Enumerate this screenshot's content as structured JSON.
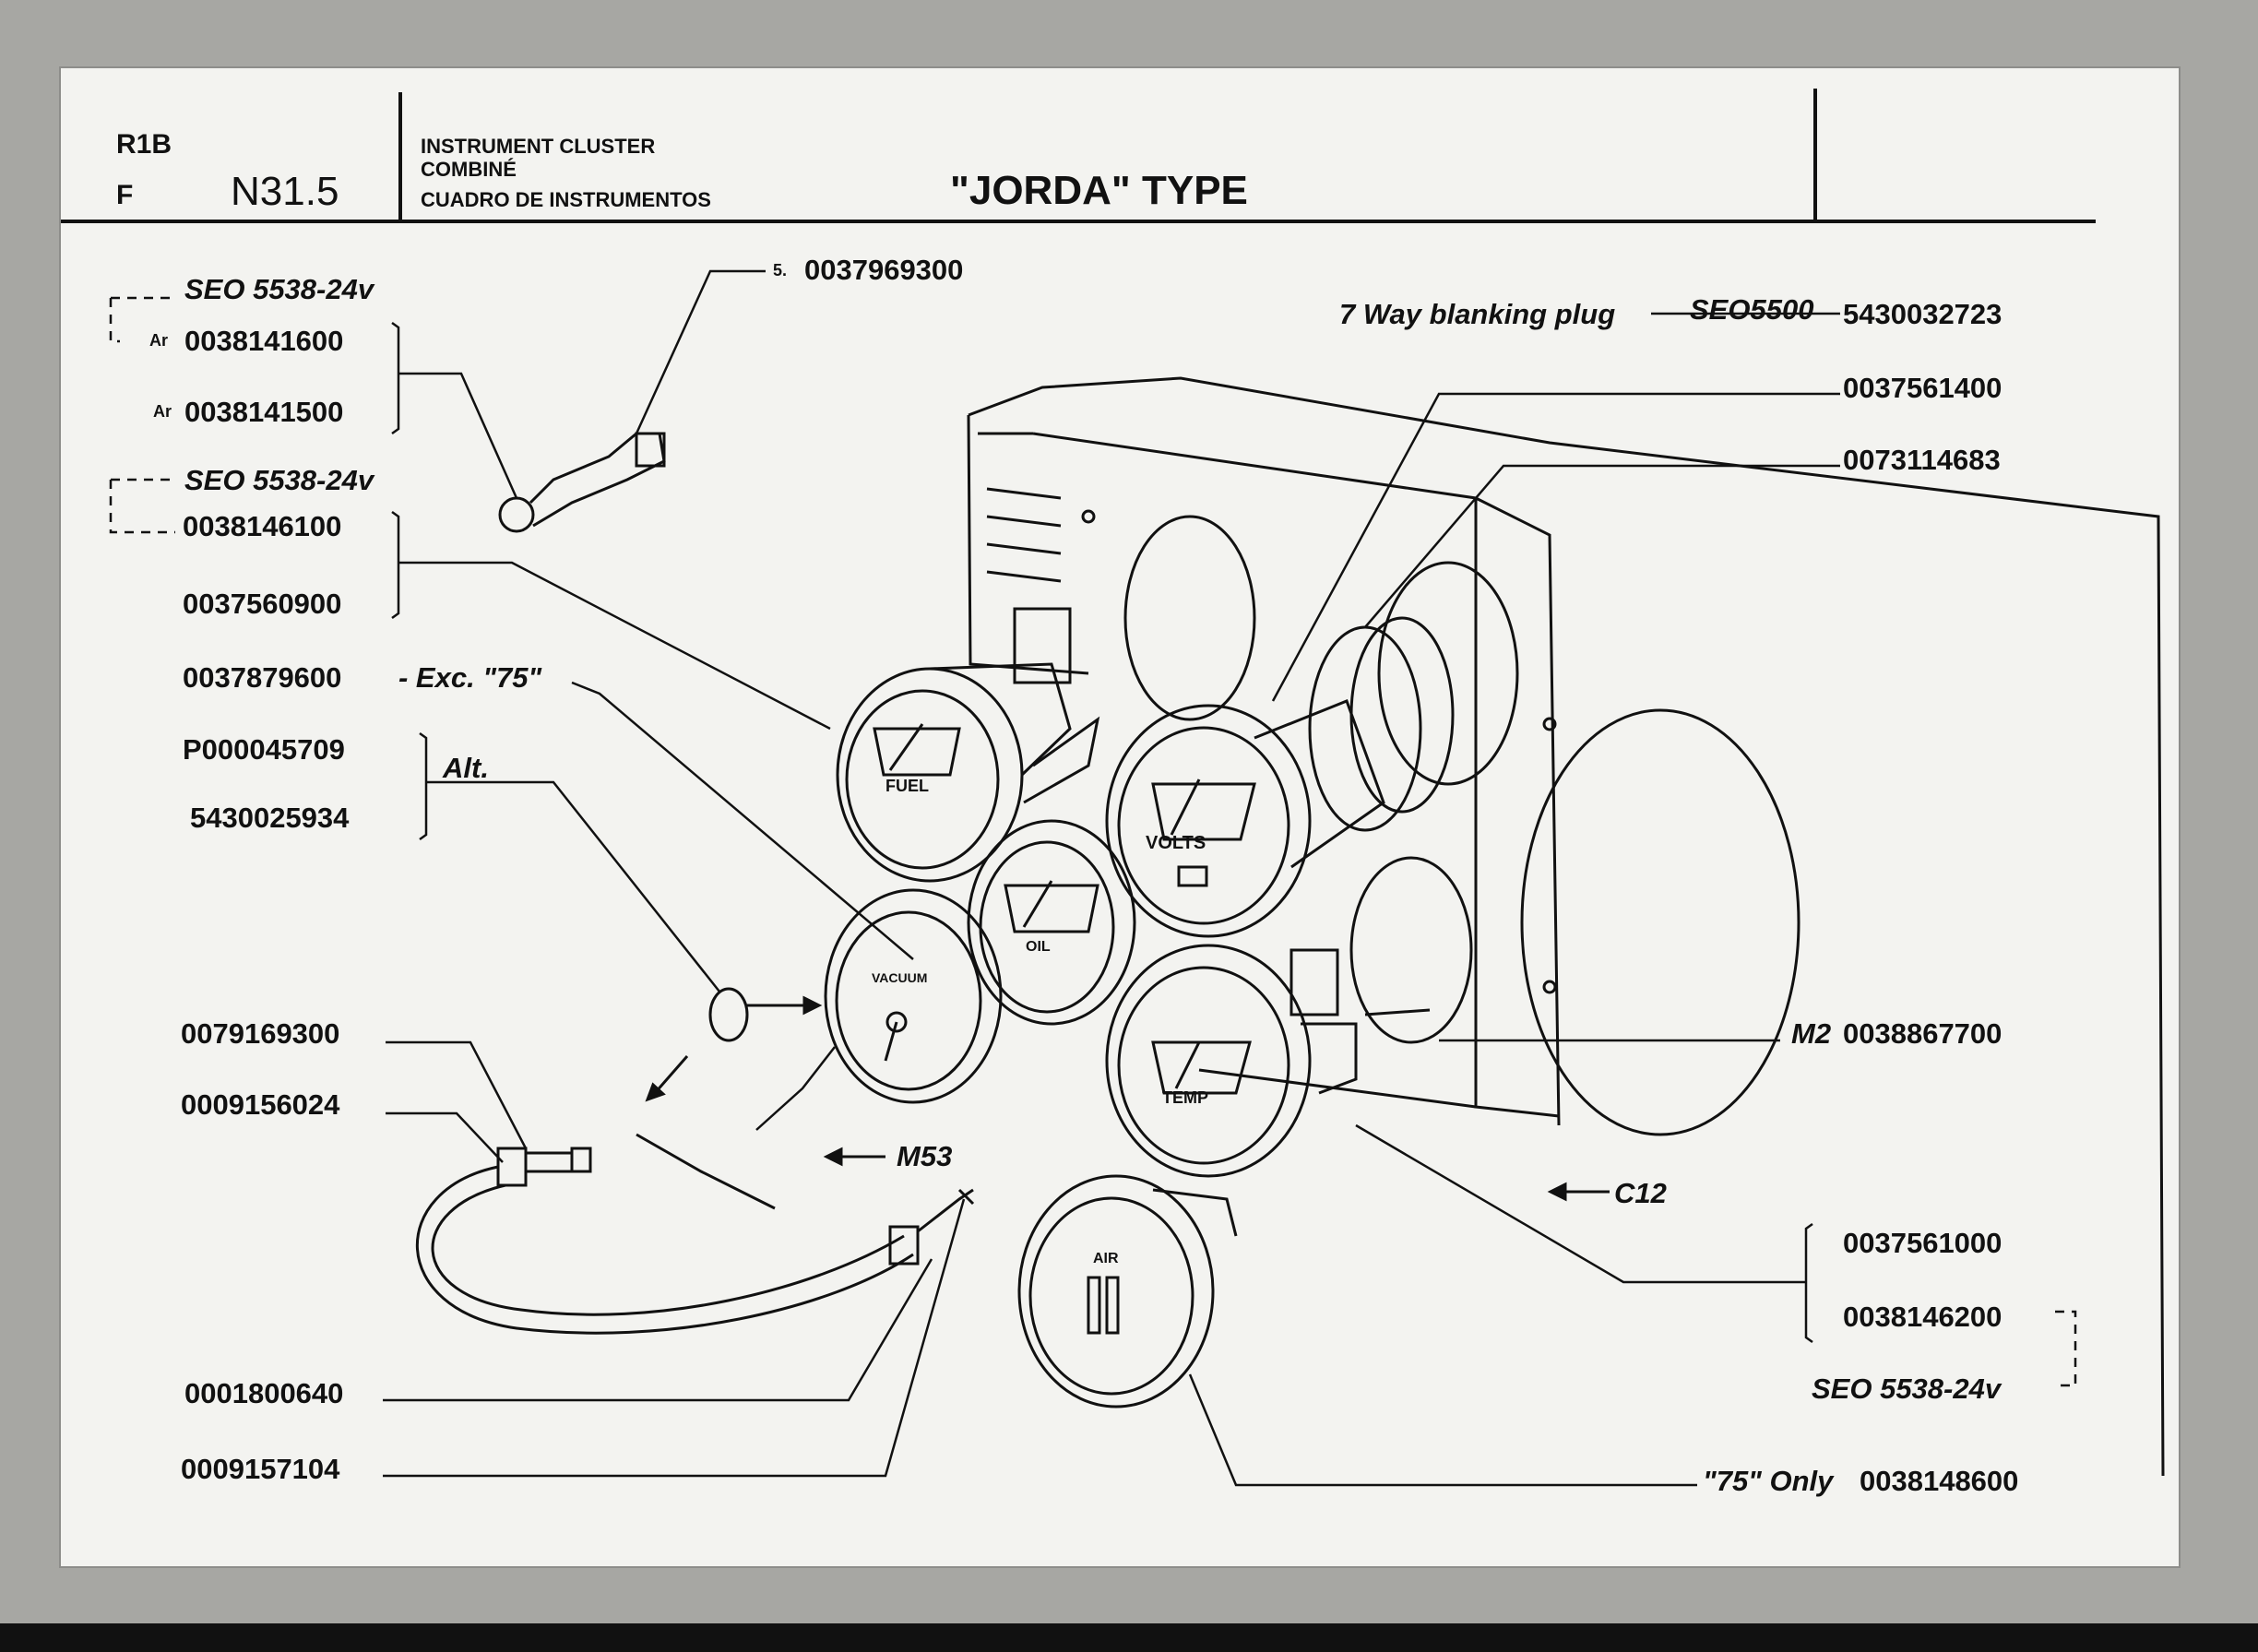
{
  "header": {
    "code_r1b": "R1B",
    "code_f": "F",
    "page_ref": "N31.5",
    "title_en": "INSTRUMENT CLUSTER",
    "title_fr": "COMBINÉ",
    "title_es": "CUADRO DE INSTRUMENTOS",
    "type_title": "\"JORDA\" TYPE"
  },
  "left_labels": {
    "seo_1": "SEO 5538-24v",
    "ar_1": "Ar",
    "pn_0038141600": "0038141600",
    "ar_2": "Ar",
    "pn_0038141500": "0038141500",
    "seo_2": "SEO 5538-24v",
    "pn_0038146100": "0038146100",
    "pn_0037560900": "0037560900",
    "pn_0037879600": "0037879600",
    "exc_75": "- Exc. \"75\"",
    "pn_P000045709": "P000045709",
    "alt": "Alt.",
    "pn_5430025934": "5430025934",
    "pn_0079169300": "0079169300",
    "pn_0009156024": "0009156024",
    "pn_0001800640": "0001800640",
    "pn_0009157104": "0009157104"
  },
  "top_labels": {
    "qty_5": "5.",
    "pn_0037969300": "0037969300"
  },
  "right_labels": {
    "blanking_plug": "7 Way blanking plug",
    "seo5500": "SEO5500",
    "pn_5430032723": "5430032723",
    "pn_0037561400": "0037561400",
    "pn_0073114683": "0073114683",
    "m2": "M2",
    "pn_0038867700": "0038867700",
    "c12": "C12",
    "m53": "M53",
    "pn_0037561000": "0037561000",
    "pn_0038146200": "0038146200",
    "seo_3": "SEO 5538-24v",
    "only_75": "\"75\" Only",
    "pn_0038148600": "0038148600"
  },
  "gauge_faces": {
    "fuel": "FUEL",
    "volts": "VOLTS",
    "temp": "TEMP",
    "oil": "OIL",
    "vacuum": "VACUUM",
    "air": "AIR"
  }
}
